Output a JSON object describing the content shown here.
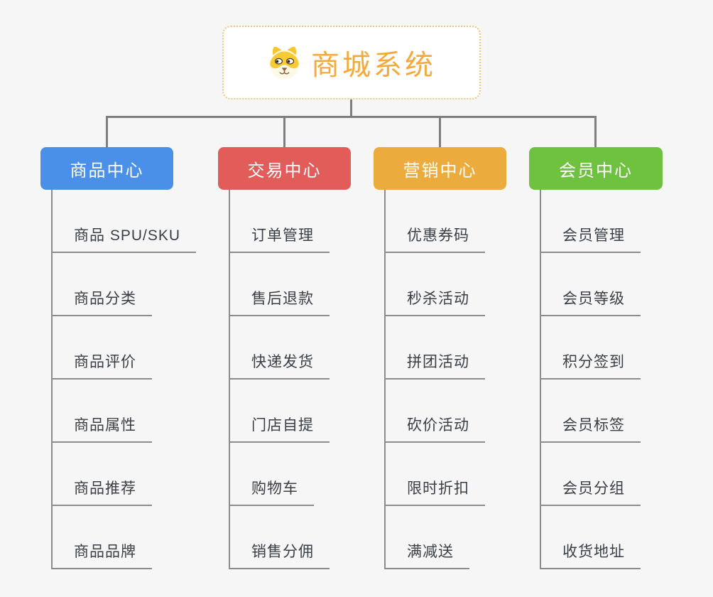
{
  "root": {
    "title": "商城系统",
    "icon": "shiba-dog-icon",
    "title_color": "#F3A93C",
    "border_color": "#F5C172"
  },
  "style_colors": {
    "background": "#F6F6F6",
    "connector": "#7E7E7E",
    "leaf_line": "#8C8C8C",
    "leaf_text": "#3A3F45"
  },
  "branches": [
    {
      "label": "商品中心",
      "color": "#4A90E8",
      "children": [
        "商品 SPU/SKU",
        "商品分类",
        "商品评价",
        "商品属性",
        "商品推荐",
        "商品品牌"
      ]
    },
    {
      "label": "交易中心",
      "color": "#E25C5A",
      "children": [
        "订单管理",
        "售后退款",
        "快递发货",
        "门店自提",
        "购物车",
        "销售分佣"
      ]
    },
    {
      "label": "营销中心",
      "color": "#EBAC3D",
      "children": [
        "优惠券码",
        "秒杀活动",
        "拼团活动",
        "砍价活动",
        "限时折扣",
        "满减送"
      ]
    },
    {
      "label": "会员中心",
      "color": "#6FC140",
      "children": [
        "会员管理",
        "会员等级",
        "积分签到",
        "会员标签",
        "会员分组",
        "收货地址"
      ]
    }
  ]
}
